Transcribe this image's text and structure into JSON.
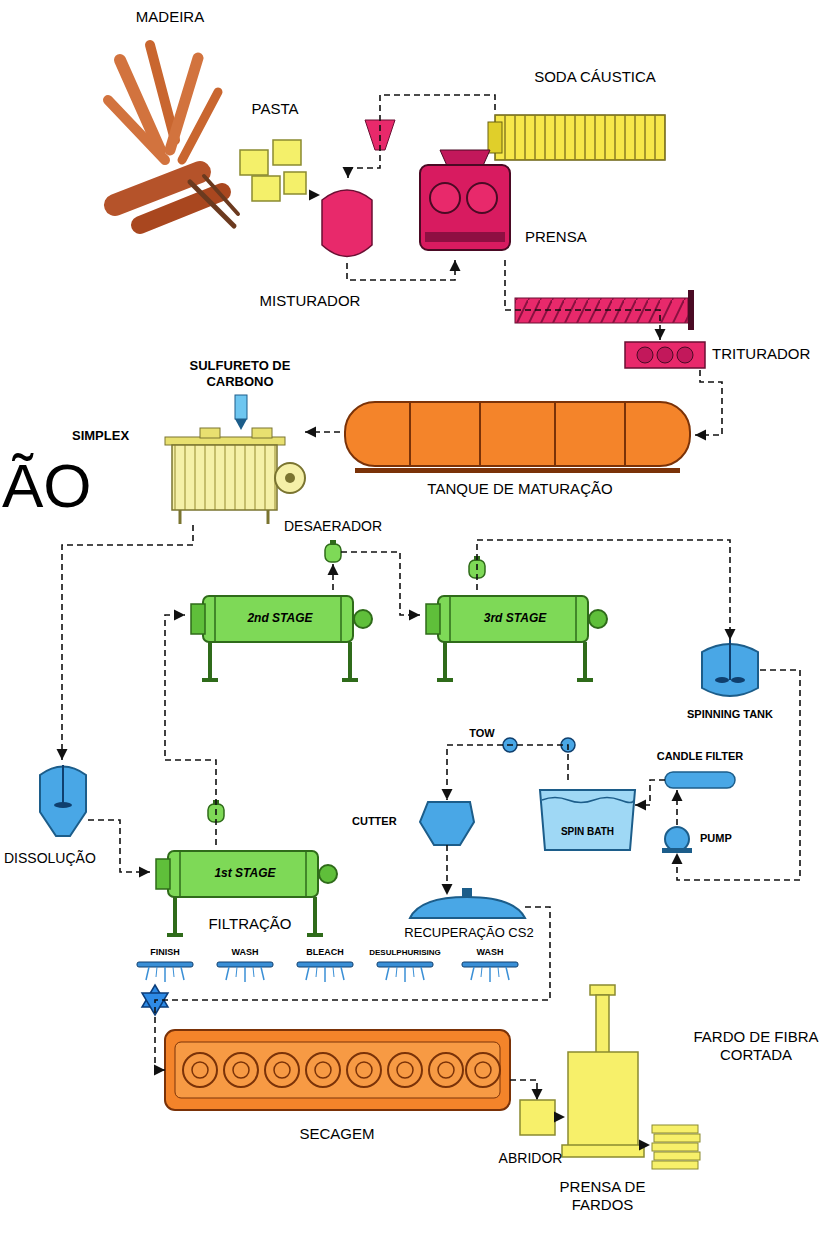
{
  "diagram": {
    "nodes": [
      {
        "text": [
          "MADEIRA"
        ]
      },
      {
        "text": [
          "PASTA"
        ]
      },
      {
        "text": [
          "SODA CÁUSTICA"
        ]
      },
      {
        "text": [
          "MISTURADOR"
        ]
      },
      {
        "text": [
          "PRENSA"
        ]
      },
      {
        "text": [
          "TRITURADOR"
        ]
      },
      {
        "text": [
          "SIMPLEX"
        ]
      },
      {
        "text": [
          "TANQUE DE MATURAÇÃO"
        ]
      },
      {
        "text": [
          "DESAERADOR"
        ]
      },
      {
        "text": [
          "2nd STAGE"
        ]
      },
      {
        "text": [
          "3rd STAGE"
        ]
      },
      {
        "text": [
          "SPINNING TANK"
        ]
      },
      {
        "text": [
          "DISSOLUÇÃO"
        ]
      },
      {
        "text": [
          "1st STAGE"
        ]
      },
      {
        "text": [
          "CANDLE FILTER"
        ]
      },
      {
        "text": [
          "PUMP"
        ]
      },
      {
        "text": [
          "SPIN BATH"
        ]
      },
      {
        "text": [
          "CUTTER"
        ]
      },
      {
        "text": [
          "RECUPERAÇÃO CS2"
        ]
      },
      {
        "text": [
          "SECAGEM"
        ]
      },
      {
        "text": [
          "ABRIDOR"
        ]
      },
      {
        "text": [
          "PRENSA DE FARDOS"
        ]
      },
      {
        "text": [
          "FARDO DE FIBRA CORTADA"
        ]
      }
    ],
    "edges": [
      {
        "from": 1,
        "to": 3,
        "arrow": "to"
      },
      {
        "from": 2,
        "to": 3,
        "arrow": "to"
      },
      {
        "from": 3,
        "to": 4,
        "arrow": "to"
      },
      {
        "from": 4,
        "to": 5,
        "arrow": "to"
      },
      {
        "from": 5,
        "to": 7,
        "arrow": "to"
      },
      {
        "from": 7,
        "to": 6,
        "arrow": "to"
      },
      {
        "from": 6,
        "to": 12,
        "arrow": "to"
      },
      {
        "from": 12,
        "to": 13,
        "arrow": "to"
      },
      {
        "from": 13,
        "to": 9,
        "arrow": "to"
      },
      {
        "from": 9,
        "to": 8,
        "arrow": "to"
      },
      {
        "from": 8,
        "to": 10,
        "arrow": "to"
      },
      {
        "from": 10,
        "to": 11,
        "arrow": "to"
      },
      {
        "from": 11,
        "to": 15,
        "arrow": "to"
      },
      {
        "from": 15,
        "to": 14,
        "arrow": "to"
      },
      {
        "from": 14,
        "to": 16,
        "arrow": "to"
      },
      {
        "from": 16,
        "to": 17,
        "arrow": "to"
      },
      {
        "from": 17,
        "to": 18,
        "arrow": "to"
      },
      {
        "from": 18,
        "to": 19,
        "arrow": "to"
      },
      {
        "from": 19,
        "to": 20,
        "arrow": "to"
      },
      {
        "from": 20,
        "to": 21,
        "arrow": "to"
      },
      {
        "from": 21,
        "to": 22,
        "arrow": "to"
      }
    ],
    "labels": [
      "SULFURETO DE CARBONO",
      "ÃO",
      "FILTRAÇÃO",
      "TOW",
      "FINISH",
      "WASH",
      "BLEACH",
      "DESULPHURISING",
      "WASH"
    ]
  }
}
